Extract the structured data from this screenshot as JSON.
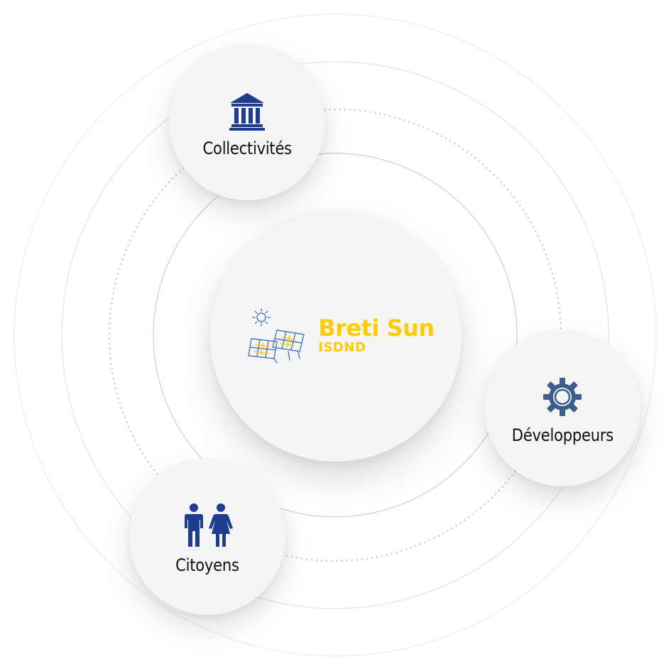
{
  "center": {
    "brand_name": "Breti Sun",
    "brand_sub": "ISDND",
    "logo_icon": "solar-panels-sun-icon",
    "brand_color": "#ffcb05",
    "logo_line_color": "#4a78c2"
  },
  "nodes": [
    {
      "label": "Collectivités",
      "icon": "town-hall-icon"
    },
    {
      "label": "Développeurs",
      "icon": "gear-icon"
    },
    {
      "label": "Citoyens",
      "icon": "people-icon"
    }
  ],
  "colors": {
    "icon_blue": "#1f3d8f",
    "gear_blue": "#3c5d8c",
    "label": "#111111",
    "node_bg": "#f4f4f4"
  }
}
